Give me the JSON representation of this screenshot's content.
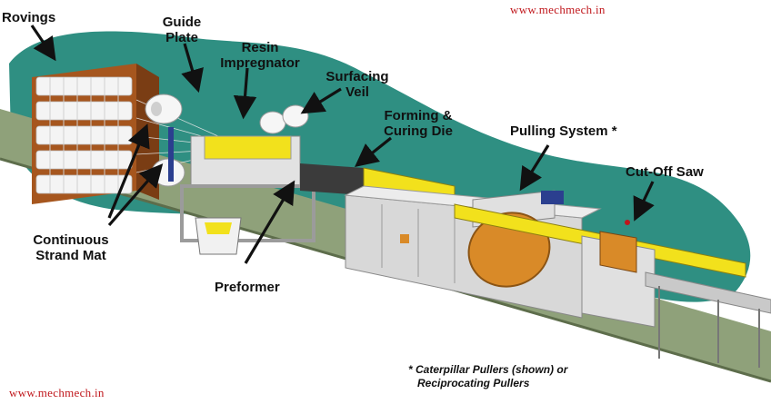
{
  "watermark_top": "www.mechmech.in",
  "watermark_bottom": "www.mechmech.in",
  "labels": {
    "rovings": "Rovings",
    "guide_plate_1": "Guide",
    "guide_plate_2": "Plate",
    "resin_1": "Resin",
    "resin_2": "Impregnator",
    "veil_1": "Surfacing",
    "veil_2": "Veil",
    "die_1": "Forming &",
    "die_2": "Curing Die",
    "pulling": "Pulling System *",
    "saw": "Cut-Off Saw",
    "mat_1": "Continuous",
    "mat_2": "Strand Mat",
    "preformer": "Preformer"
  },
  "footnote": {
    "line1": "* Caterpillar Pullers (shown) or",
    "line2": "Reciprocating Pullers"
  },
  "colors": {
    "backdrop": "#2f8f82",
    "ground": "#8fa17a",
    "machine": "#d8d8d8",
    "profile": "#f2e11c",
    "puller": "#d98a28",
    "arrow": "#111111",
    "watermark": "#c0161b"
  }
}
